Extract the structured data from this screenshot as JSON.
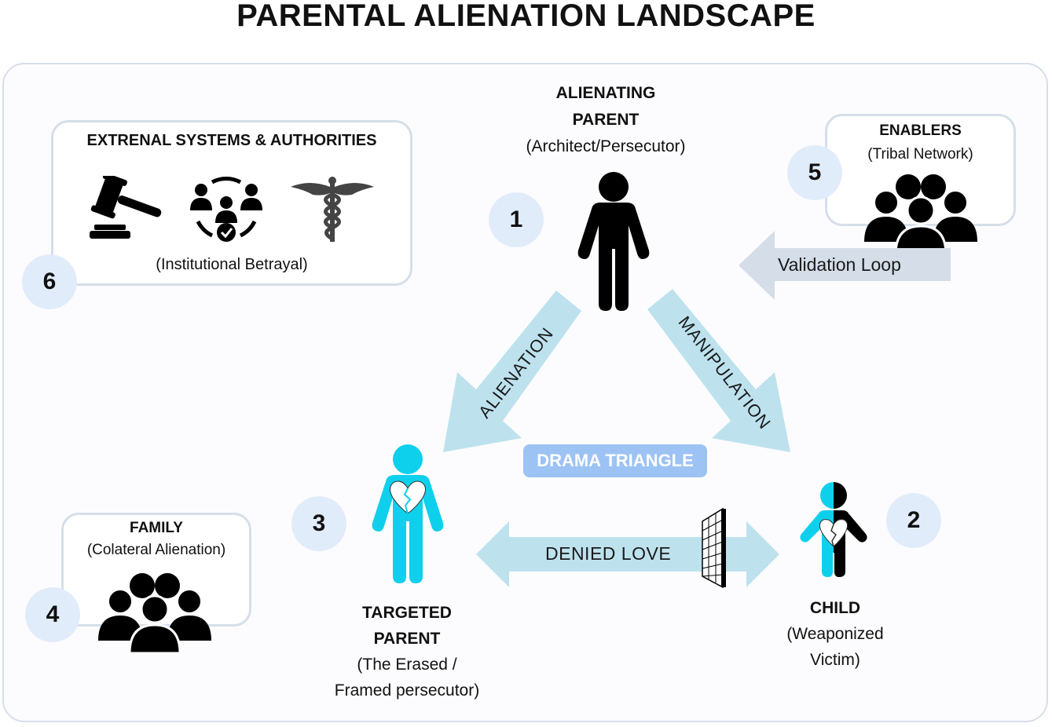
{
  "title": "PARENTAL ALIENATION LANDSCAPE",
  "colors": {
    "frame_border": "#d6dee9",
    "badge_fill": "#e1ecfb",
    "arrow_fill": "#bde2ee",
    "validation_arrow_fill": "#d4dde8",
    "drama_badge_fill": "#9cc3f3",
    "targeted_figure": "#0ed0ec",
    "alienating_figure": "#000000"
  },
  "nodes": {
    "alienating_parent": {
      "number": "1",
      "title_line1": "ALIENATING",
      "title_line2": "PARENT",
      "subtitle": "(Architect/Persecutor)",
      "icon": "person-icon"
    },
    "child": {
      "number": "2",
      "title": "CHILD",
      "subtitle_line1": "(Weaponized",
      "subtitle_line2": "Victim)",
      "icon": "split-child-broken-heart-icon"
    },
    "targeted_parent": {
      "number": "3",
      "title_line1": "TARGETED",
      "title_line2": "PARENT",
      "subtitle_line1": "(The Erased /",
      "subtitle_line2": "Framed persecutor)",
      "icon": "person-broken-heart-icon"
    },
    "family": {
      "number": "4",
      "title": "FAMILY",
      "subtitle": "(Colateral Alienation)",
      "icon": "group-icon"
    },
    "enablers": {
      "number": "5",
      "title": "ENABLERS",
      "subtitle": "(Tribal Network)",
      "icon": "group-icon"
    },
    "external": {
      "number": "6",
      "title": "EXTRENAL SYSTEMS & AUTHORITIES",
      "subtitle": "(Institutional Betrayal)",
      "icons": [
        "gavel-icon",
        "social-services-icon",
        "caduceus-icon"
      ]
    }
  },
  "arrows": {
    "alienation": "ALIENATION",
    "manipulation": "MANIPULATION",
    "denied_love": "DENIED LOVE",
    "validation_loop": "Validation Loop"
  },
  "center_label": "DRAMA TRIANGLE"
}
